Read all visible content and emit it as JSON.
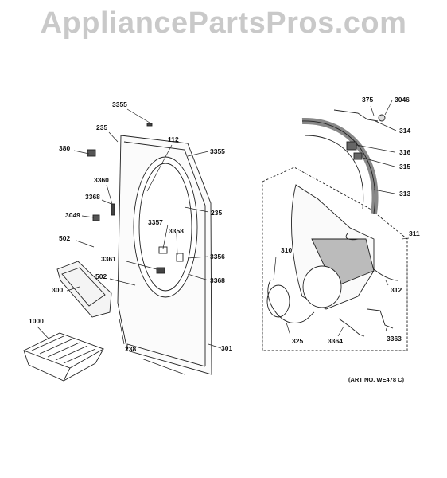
{
  "watermark": "AppliancePartsPros.com",
  "art_number": "(ART NO. WE478 C)",
  "parts": [
    "3355",
    "235",
    "112",
    "3355",
    "380",
    "3360",
    "3368",
    "3049",
    "235",
    "3357",
    "3358",
    "502",
    "3356",
    "3361",
    "3368",
    "300",
    "502",
    "1000",
    "238",
    "301",
    "375",
    "3046",
    "314",
    "316",
    "315",
    "313",
    "311",
    "310",
    "312",
    "325",
    "3364",
    "3363"
  ]
}
